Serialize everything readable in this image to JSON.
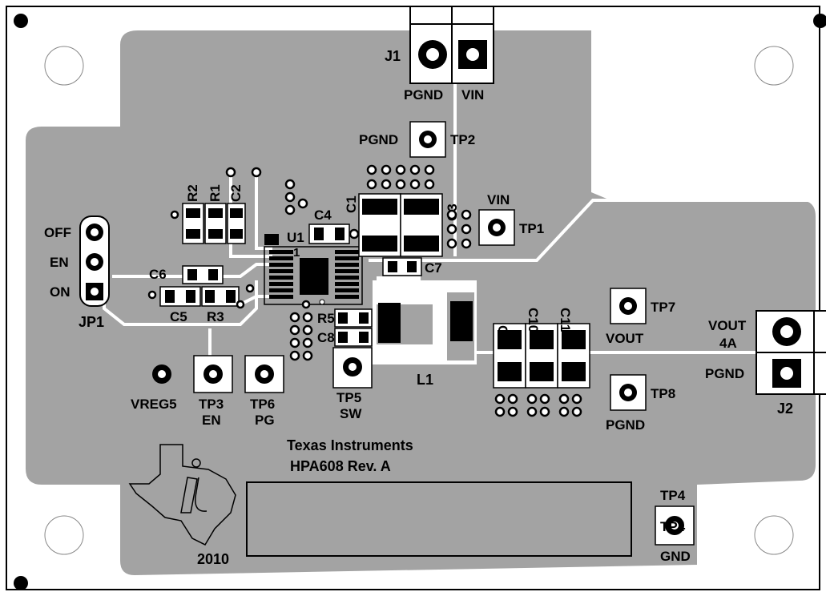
{
  "board": {
    "company": "Texas Instruments",
    "part": "HPA608 Rev. A",
    "year": "2010",
    "colors": {
      "copper": "#a3a3a3",
      "trace": "#ffffff",
      "silk": "#000000",
      "pad": "#000000"
    }
  },
  "connectors": {
    "j1": {
      "ref": "J1",
      "pin1": "PGND",
      "pin2": "VIN"
    },
    "j2": {
      "ref": "J2",
      "pin1": "VOUT",
      "pin1_sub": "4A",
      "pin2": "PGND"
    },
    "jp1": {
      "ref": "JP1",
      "pos1": "OFF",
      "pos2": "EN",
      "pos3": "ON"
    }
  },
  "testpoints": {
    "tp1": {
      "ref": "TP1",
      "net": "VIN"
    },
    "tp2": {
      "ref": "TP2",
      "net": "PGND"
    },
    "tp3": {
      "ref": "TP3",
      "net": "EN"
    },
    "tp4": {
      "ref": "TP4",
      "net": "GND",
      "overlay": "TP4"
    },
    "tp5": {
      "ref": "TP5",
      "net": "SW"
    },
    "tp6": {
      "ref": "TP6",
      "net": "PG"
    },
    "tp7": {
      "ref": "TP7",
      "net": "VOUT"
    },
    "tp8": {
      "ref": "TP8",
      "net": "PGND"
    },
    "vreg5": {
      "net": "VREG5"
    }
  },
  "components": {
    "u1": "U1",
    "pin1": "1",
    "c1": "C1",
    "c2": "C2",
    "c3": "C3",
    "c4": "C4",
    "c5": "C5",
    "c6": "C6",
    "c7": "C7",
    "c8": "C8",
    "c9": "C9",
    "c10": "C10",
    "c11": "C11",
    "r1": "R1",
    "r2": "R2",
    "r3": "R3",
    "r5": "R5",
    "l1": "L1"
  },
  "icons": {
    "logo": "texas-instruments-logo-icon",
    "mount": "mounting-hole-icon",
    "fiducial": "fiducial-icon"
  }
}
